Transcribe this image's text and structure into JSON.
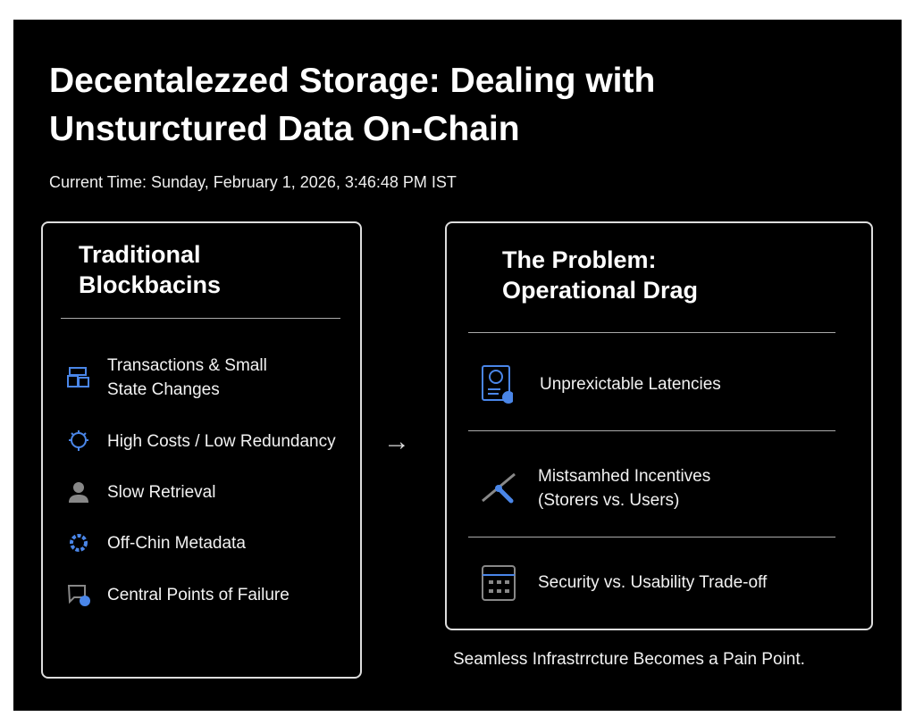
{
  "title": "Decentalezzed Storage: Dealing with Unsturctured Data On-Chain",
  "current_time": "Current Time: Sunday, February 1, 2026, 3:46:48 PM IST",
  "left": {
    "title": "Traditional Blockbacins",
    "items": [
      {
        "label": "Transactions & Small State Changes",
        "icon": "blocks-icon"
      },
      {
        "label": "High Costs / Low Redundancy",
        "icon": "gear-bulb-icon"
      },
      {
        "label": "Slow Retrieval",
        "icon": "person-pin-icon"
      },
      {
        "label": "Off-Chin Metadata",
        "icon": "gear-icon"
      },
      {
        "label": "Central Points of Failure",
        "icon": "chat-alert-icon"
      }
    ]
  },
  "arrow": "→",
  "right": {
    "title": "The Problem: Operational Drag",
    "items": [
      {
        "label": "Unprexictable Latencies",
        "icon": "document-clock-icon"
      },
      {
        "label": "Mistsamhed Incentives (Storers vs. Users)",
        "icon": "tools-icon"
      },
      {
        "label": "Security vs. Usability Trade-off",
        "icon": "calendar-icon"
      }
    ]
  },
  "footer": "Seamless Infrastrrcture Becomes a Pain Point.",
  "colors": {
    "accent": "#4a86e8",
    "icon_gray": "#888888"
  }
}
